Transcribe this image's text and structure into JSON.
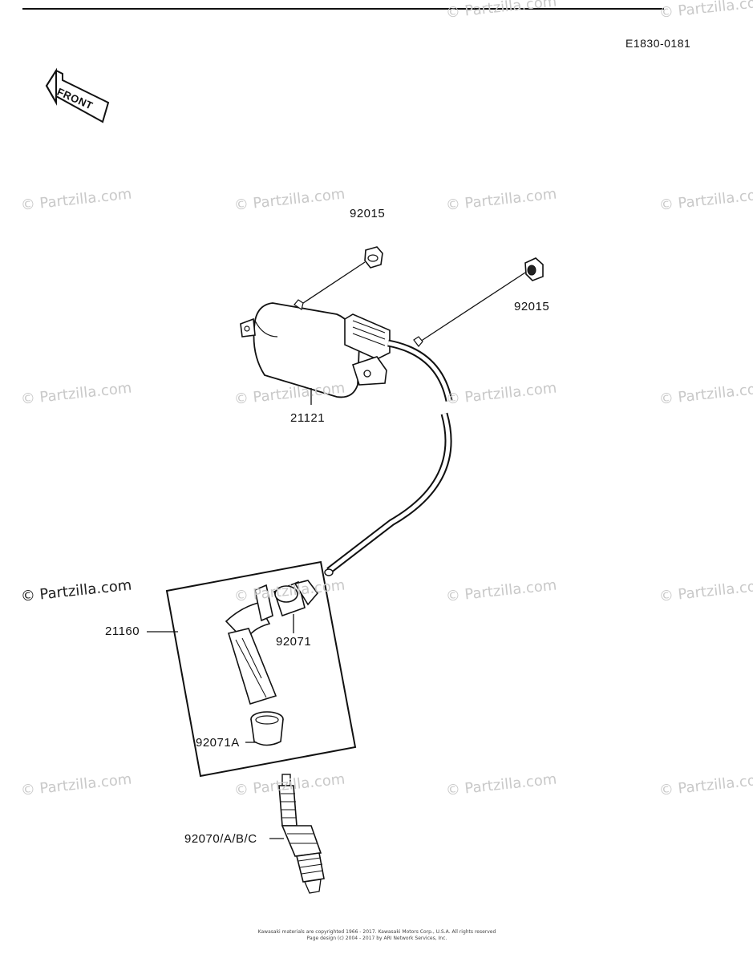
{
  "diagram": {
    "code": "E1830-0181",
    "front_label": "FRONT",
    "parts": {
      "nut_upper_left": "92015",
      "nut_upper_right": "92015",
      "ignition_coil": "21121",
      "plug_cap_assembly": "21160",
      "seal_upper": "92071",
      "seal_lower": "92071A",
      "spark_plug": "92070/A/B/C"
    },
    "watermark": "© Partzilla.com",
    "copyright_line1": "Kawasaki materials are copyrighted 1966 - 2017. Kawasaki Motors Corp., U.S.A. All rights reserved",
    "copyright_line2": "Page design (c) 2004 - 2017 by ARI Network Services, Inc."
  }
}
